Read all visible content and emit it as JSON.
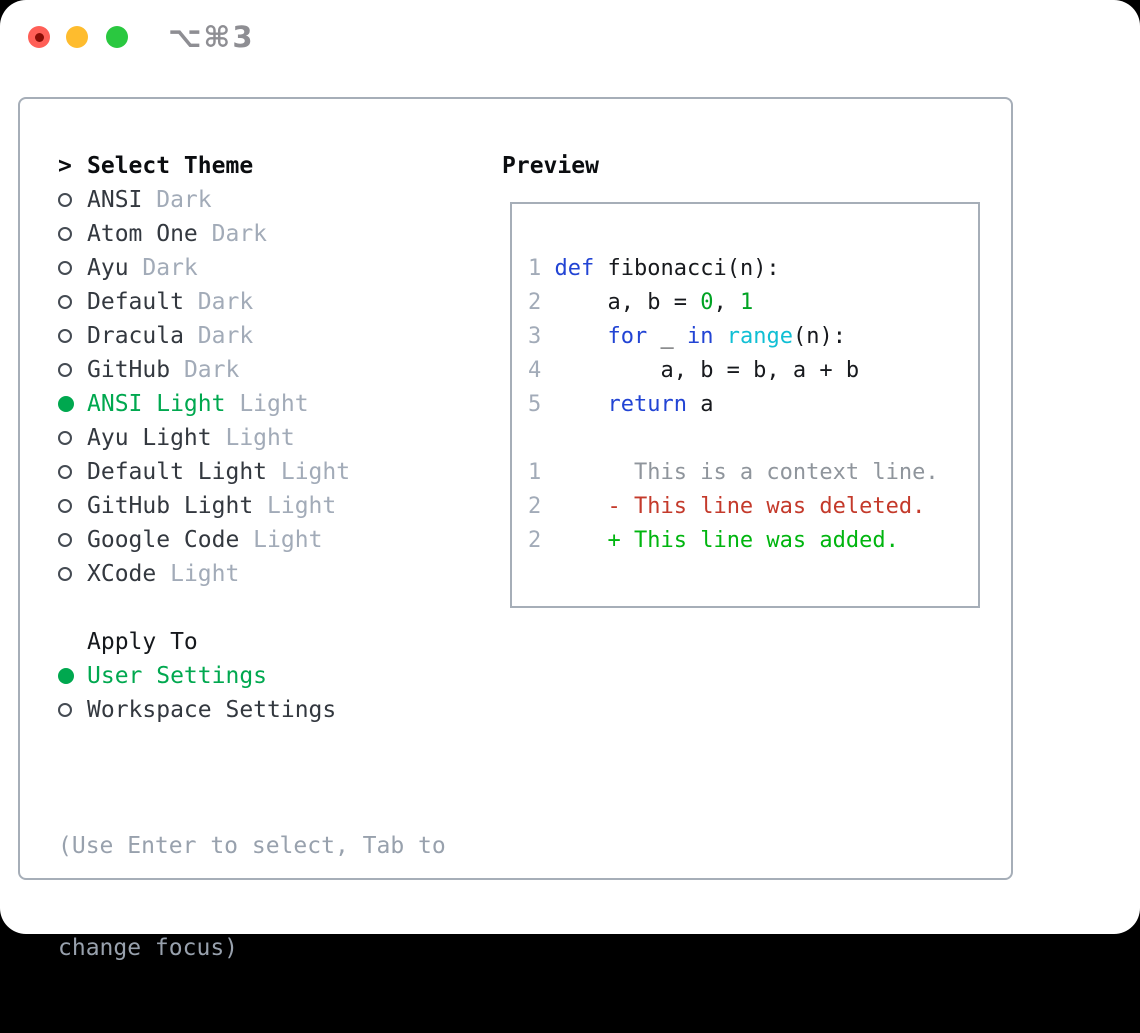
{
  "window": {
    "shortcut": "⌥⌘3",
    "traffic_lights": [
      {
        "name": "close",
        "color": "#ff5f57",
        "dot_color": "#8a0e06"
      },
      {
        "name": "minimize",
        "color": "#febc2e",
        "dot_color": null
      },
      {
        "name": "zoom",
        "color": "#2ac840",
        "dot_color": null
      }
    ]
  },
  "theme_selector": {
    "cursor": ">",
    "title": "Select Theme",
    "items": [
      {
        "name": "ANSI",
        "variant": "Dark",
        "selected": false
      },
      {
        "name": "Atom One",
        "variant": "Dark",
        "selected": false
      },
      {
        "name": "Ayu",
        "variant": "Dark",
        "selected": false
      },
      {
        "name": "Default",
        "variant": "Dark",
        "selected": false
      },
      {
        "name": "Dracula",
        "variant": "Dark",
        "selected": false
      },
      {
        "name": "GitHub",
        "variant": "Dark",
        "selected": false
      },
      {
        "name": "ANSI Light",
        "variant": "Light",
        "selected": true
      },
      {
        "name": "Ayu Light",
        "variant": "Light",
        "selected": false
      },
      {
        "name": "Default Light",
        "variant": "Light",
        "selected": false
      },
      {
        "name": "GitHub Light",
        "variant": "Light",
        "selected": false
      },
      {
        "name": "Google Code",
        "variant": "Light",
        "selected": false
      },
      {
        "name": "XCode",
        "variant": "Light",
        "selected": false
      }
    ]
  },
  "apply_to": {
    "title": "Apply To",
    "options": [
      {
        "label": "User Settings",
        "selected": true
      },
      {
        "label": "Workspace Settings",
        "selected": false
      }
    ]
  },
  "hint": {
    "line1": "(Use Enter to select, Tab to",
    "line2": "change focus)"
  },
  "preview": {
    "title": "Preview",
    "code_lines": [
      {
        "num": "1",
        "tokens": [
          {
            "t": "def",
            "c": "kw"
          },
          {
            "t": " fibonacci(n):",
            "c": "fg"
          }
        ]
      },
      {
        "num": "2",
        "tokens": [
          {
            "t": "    a, b = ",
            "c": "fg"
          },
          {
            "t": "0",
            "c": "num"
          },
          {
            "t": ", ",
            "c": "fg"
          },
          {
            "t": "1",
            "c": "num"
          }
        ]
      },
      {
        "num": "3",
        "tokens": [
          {
            "t": "    ",
            "c": "fg"
          },
          {
            "t": "for",
            "c": "kw"
          },
          {
            "t": " _ ",
            "c": "fg"
          },
          {
            "t": "in",
            "c": "kw"
          },
          {
            "t": " ",
            "c": "fg"
          },
          {
            "t": "range",
            "c": "fn"
          },
          {
            "t": "(n):",
            "c": "fg"
          }
        ]
      },
      {
        "num": "4",
        "tokens": [
          {
            "t": "        a, b = b, a + b",
            "c": "fg"
          }
        ]
      },
      {
        "num": "5",
        "tokens": [
          {
            "t": "    ",
            "c": "fg"
          },
          {
            "t": "return",
            "c": "kw"
          },
          {
            "t": " a",
            "c": "fg"
          }
        ]
      }
    ],
    "diff_lines": [
      {
        "num": "1",
        "tokens": [
          {
            "t": "      This is a context line.",
            "c": "ctx"
          }
        ]
      },
      {
        "num": "2",
        "tokens": [
          {
            "t": "    ",
            "c": "fg"
          },
          {
            "t": "- This line was deleted.",
            "c": "del"
          }
        ]
      },
      {
        "num": "2",
        "tokens": [
          {
            "t": "    ",
            "c": "fg"
          },
          {
            "t": "+ This line was added.",
            "c": "add"
          }
        ]
      }
    ]
  },
  "colors": {
    "fg": "#17191d",
    "kw": "#2244d4",
    "fn": "#10bfd4",
    "num": "#00a323",
    "add": "#00b50f",
    "del": "#c43a2b",
    "ctx": "#8f959c",
    "dim": "#a2abb8",
    "accent_green": "#00a84f",
    "item_text": "#33383f",
    "hint_gray": "#98a1ad",
    "shortcut_gray": "#8e8e93",
    "border_gray": "#a6aeb8",
    "radio_ring": "#454b53"
  }
}
